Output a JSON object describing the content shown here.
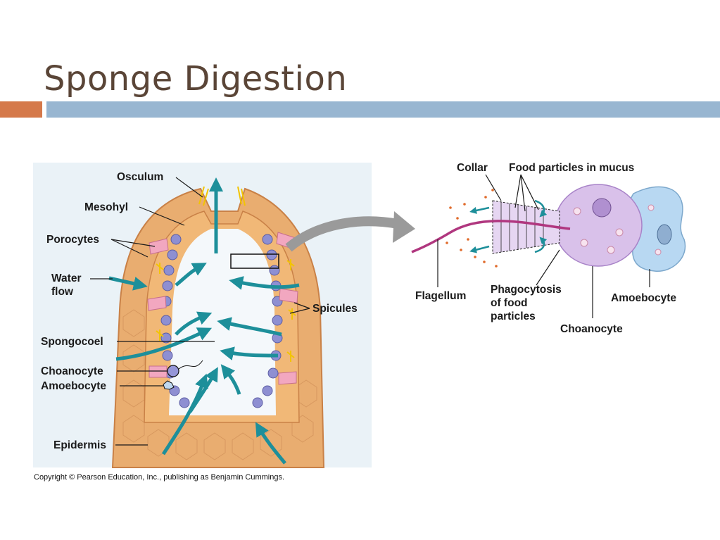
{
  "slide": {
    "title": "Sponge Digestion",
    "colors": {
      "accent_orange": "#d5794a",
      "accent_blue": "#98b6d1",
      "title_text": "#5a4537"
    }
  },
  "left_diagram": {
    "labels": {
      "osculum": "Osculum",
      "mesohyl": "Mesohyl",
      "porocytes": "Porocytes",
      "water_flow_1": "Water",
      "water_flow_2": "flow",
      "spicules": "Spicules",
      "spongocoel": "Spongocoel",
      "choanocyte": "Choanocyte",
      "amoebocyte": "Amoebocyte",
      "epidermis": "Epidermis"
    },
    "copyright": "Copyright © Pearson Education, Inc., publishing as Benjamin Cummings."
  },
  "right_diagram": {
    "labels": {
      "collar": "Collar",
      "food_particles": "Food particles in mucus",
      "flagellum": "Flagellum",
      "phago_1": "Phagocytosis",
      "phago_2": "of food",
      "phago_3": "particles",
      "amoebocyte": "Amoebocyte",
      "choanocyte": "Choanocyte"
    }
  }
}
